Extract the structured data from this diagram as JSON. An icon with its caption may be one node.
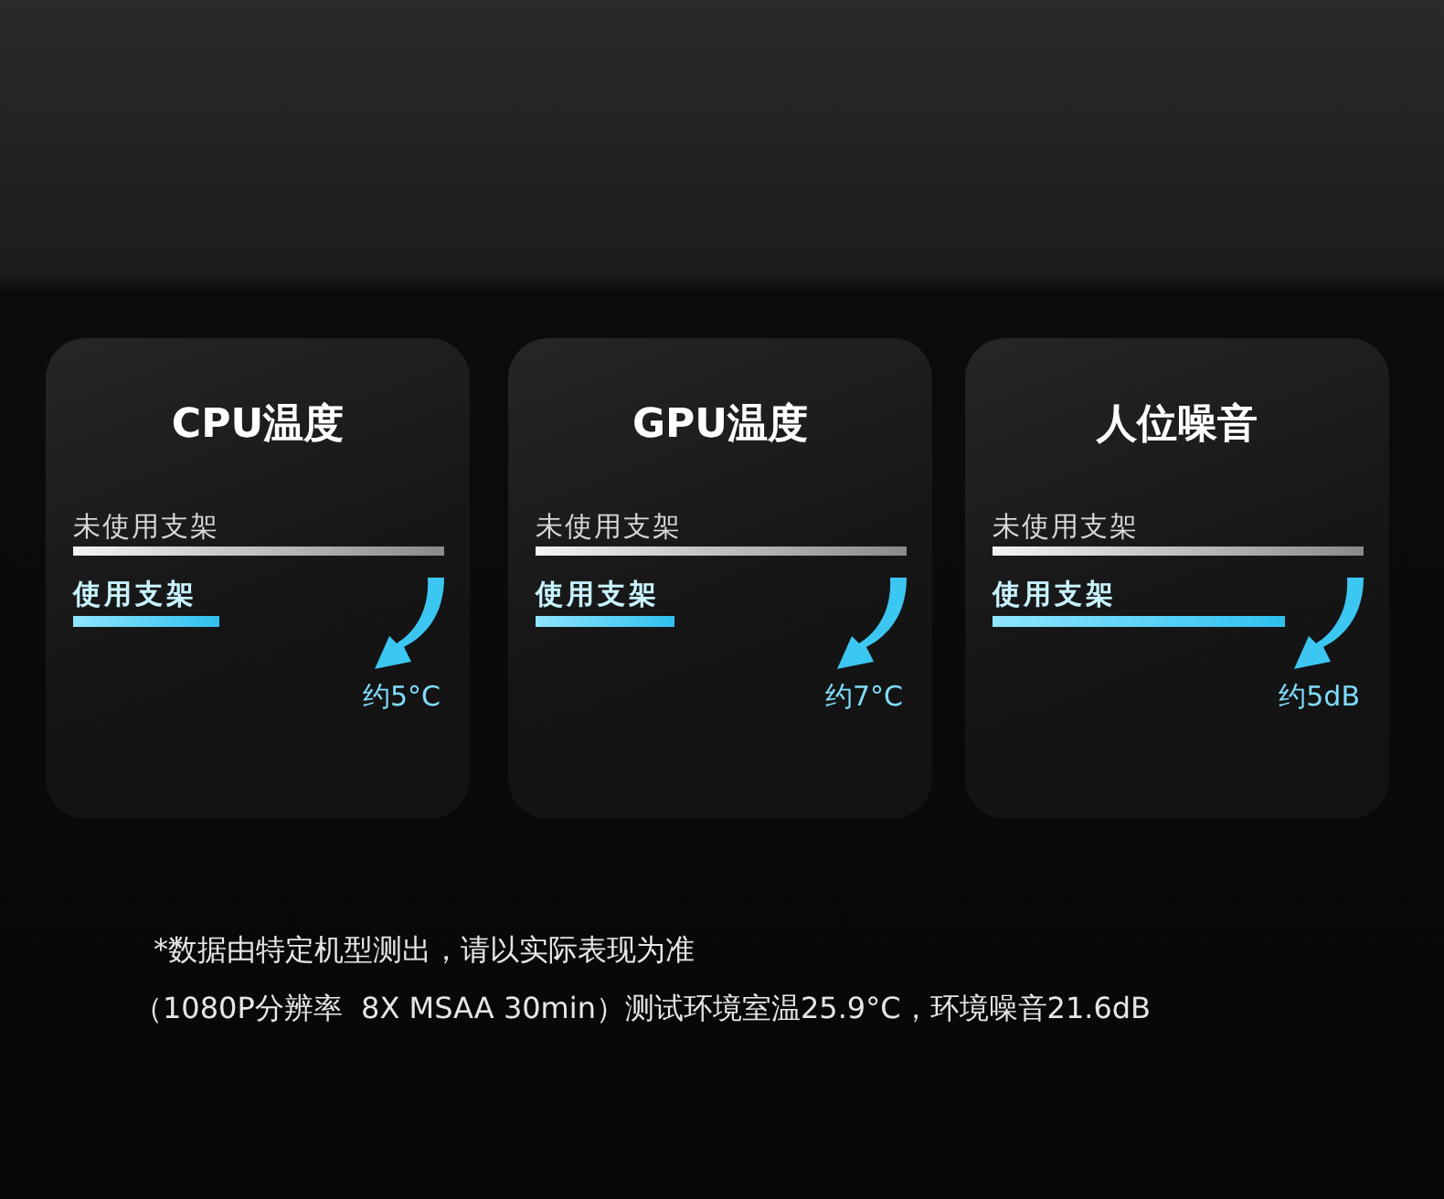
{
  "diagram": {
    "nodes": [
      {
        "text": [
          "CPU温度",
          "未使用支架",
          "使用支架",
          "约5°C"
        ]
      },
      {
        "text": [
          "GPU温度",
          "未使用支架",
          "使用支架",
          "约7°C"
        ]
      },
      {
        "text": [
          "人位噪音",
          "未使用支架",
          "使用支架",
          "约5dB"
        ]
      }
    ],
    "edges": [],
    "labels": [
      "*数据由特定机型测出，请以实际表现为准",
      "（1080P分辨率  8X MSAA 30min）测试环境室温25.9°C，环境噪音21.6dB"
    ]
  }
}
